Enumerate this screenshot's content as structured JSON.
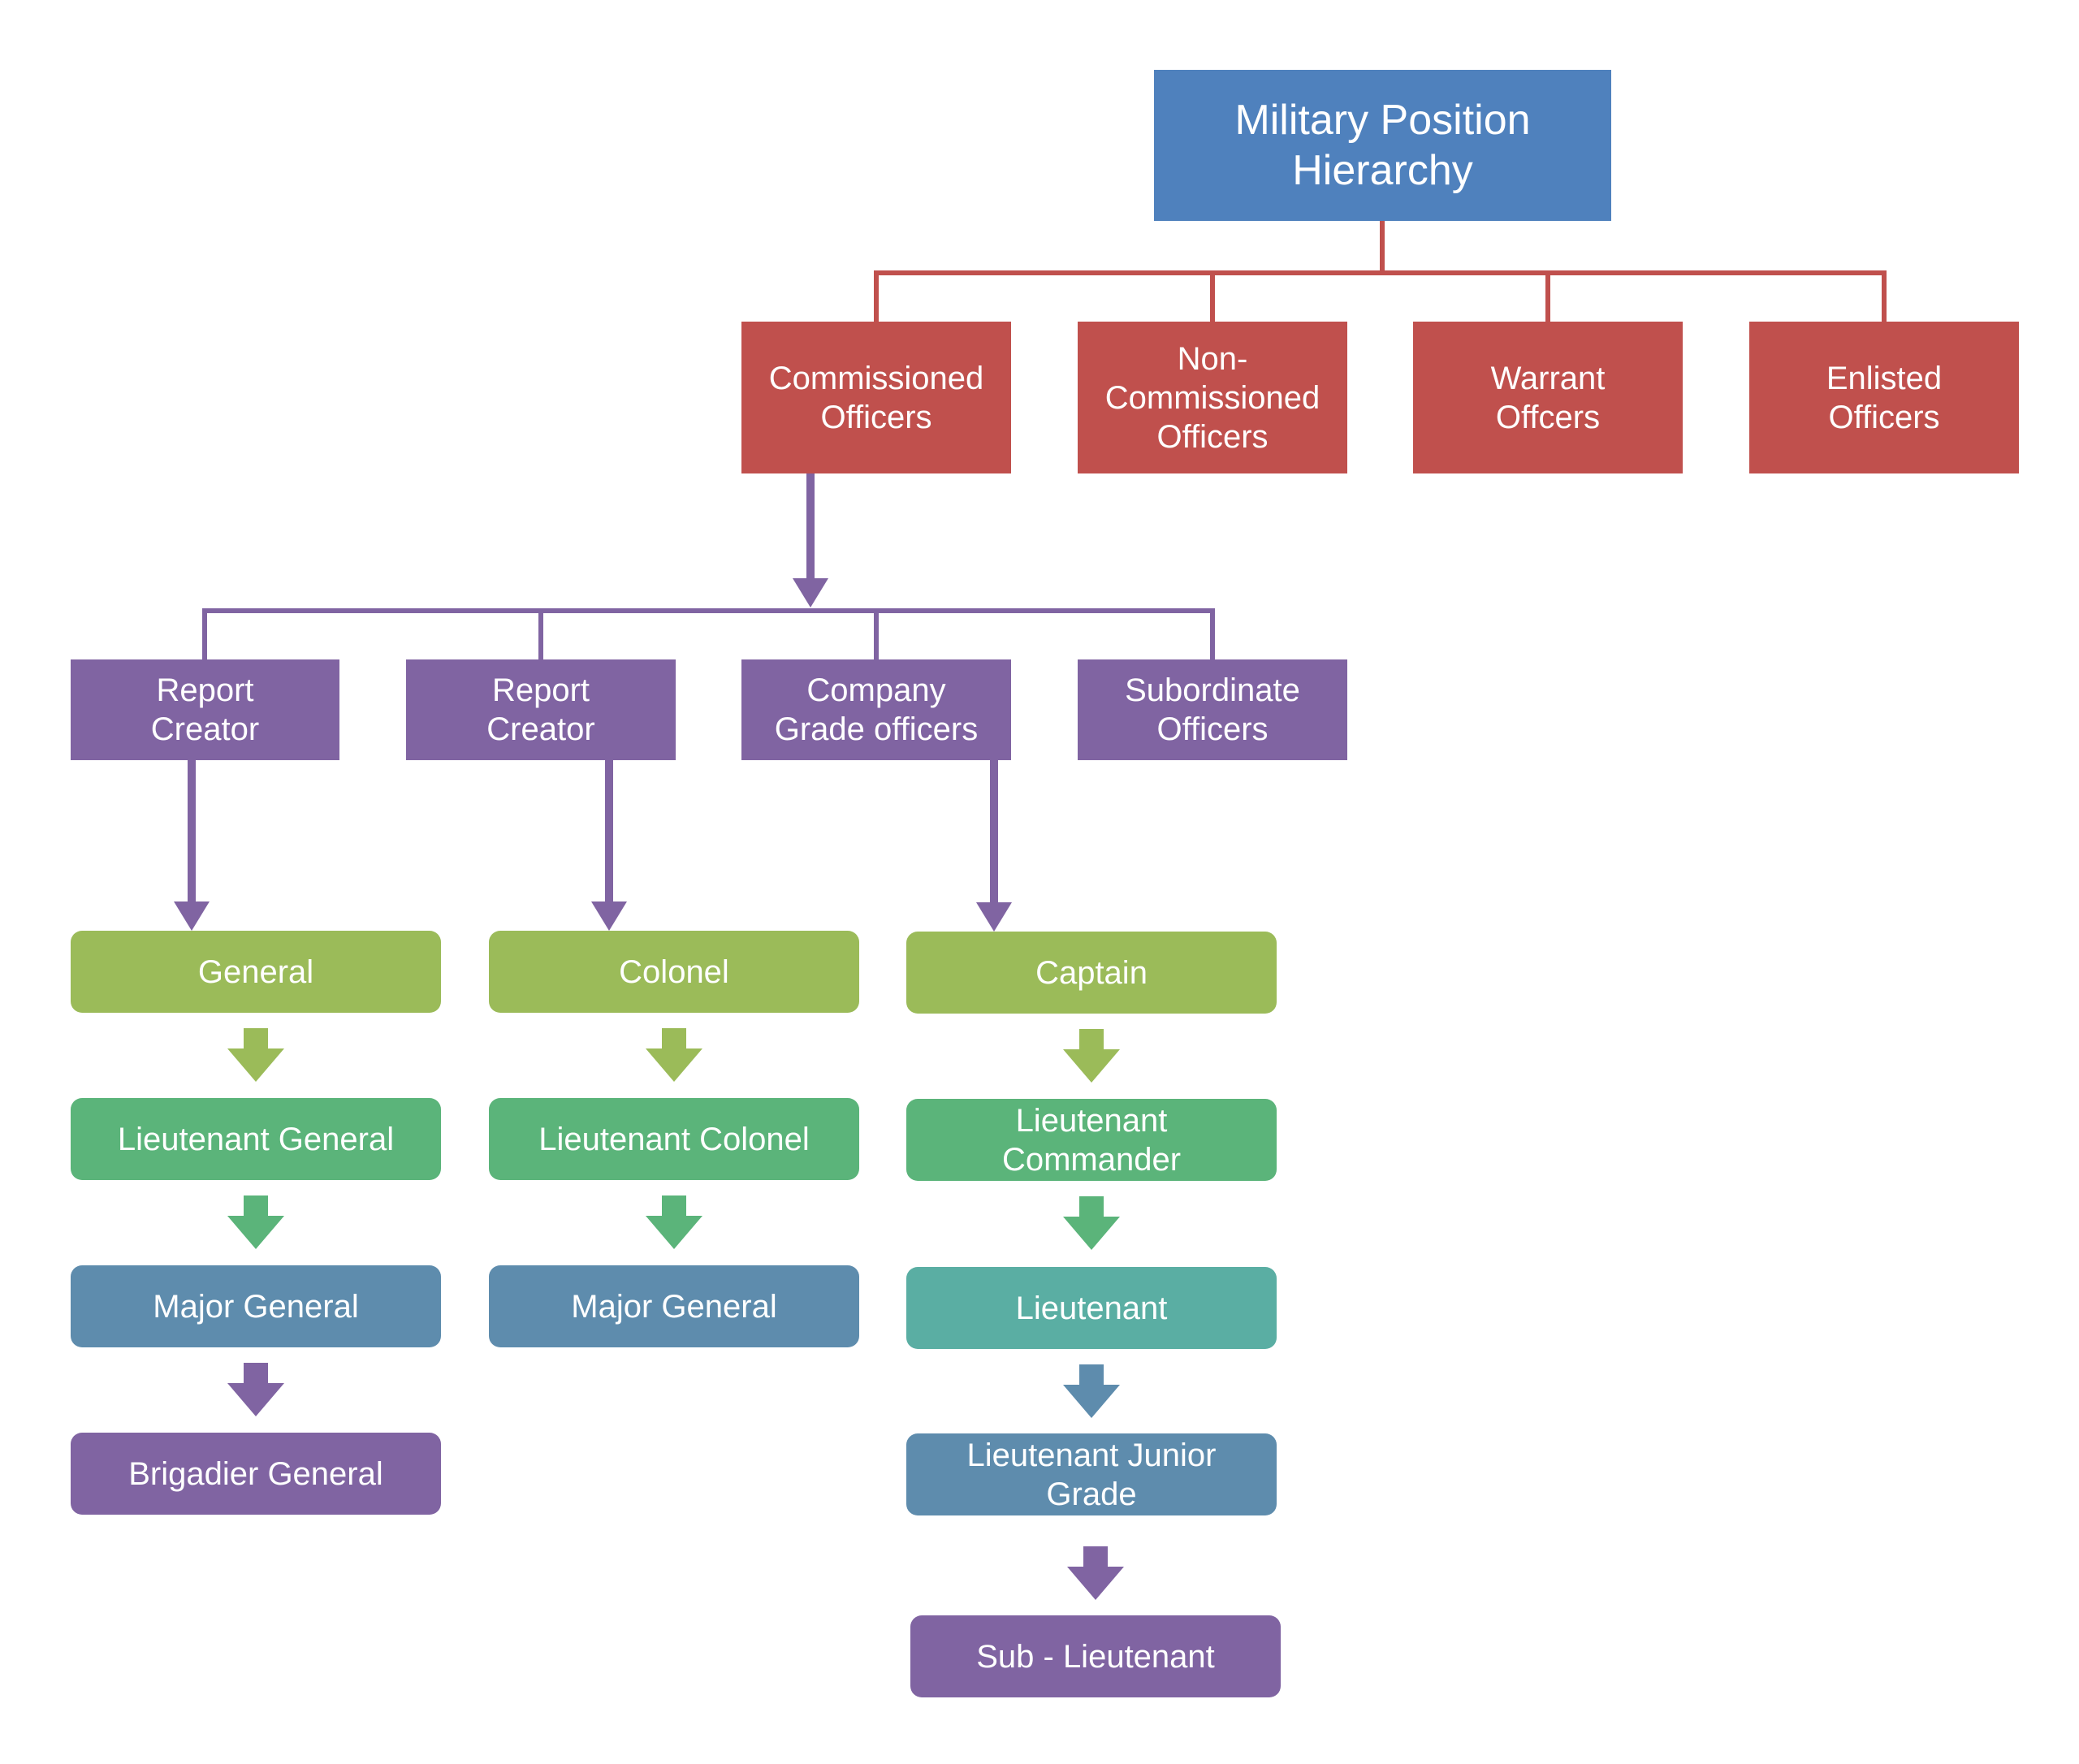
{
  "colors": {
    "root": "#4f81bd",
    "category": "#c0504d",
    "subcategory": "#8064a2",
    "connector_red": "#c0504d",
    "connector_purple": "#8064a2",
    "rank_olive": "#9bbb59",
    "rank_green": "#5bb47a",
    "rank_teal": "#5aaea3",
    "rank_steel": "#5e8cad",
    "rank_purple": "#8064a2"
  },
  "root": {
    "title": "Military Position\nHierarchy"
  },
  "categories": {
    "commissioned": "Commissioned\nOfficers",
    "noncommissioned": "Non-\nCommissioned\nOfficers",
    "warrant": "Warrant\nOffcers",
    "enlisted": "Enlisted\nOfficers"
  },
  "subcategories": {
    "report1": "Report\nCreator",
    "report2": "Report\nCreator",
    "company": "Company\nGrade officers",
    "subordinate": "Subordinate\nOfficers"
  },
  "ranks": {
    "general_column": {
      "general": "General",
      "lt_general": "Lieutenant General",
      "major_general": "Major General",
      "brigadier_general": "Brigadier General"
    },
    "colonel_column": {
      "colonel": "Colonel",
      "lt_colonel": "Lieutenant Colonel",
      "major_general": "Major General"
    },
    "captain_column": {
      "captain": "Captain",
      "lt_commander": "Lieutenant\nCommander",
      "lieutenant": "Lieutenant",
      "lt_junior_grade": "Lieutenant Junior\nGrade",
      "sub_lieutenant": "Sub - Lieutenant"
    }
  }
}
